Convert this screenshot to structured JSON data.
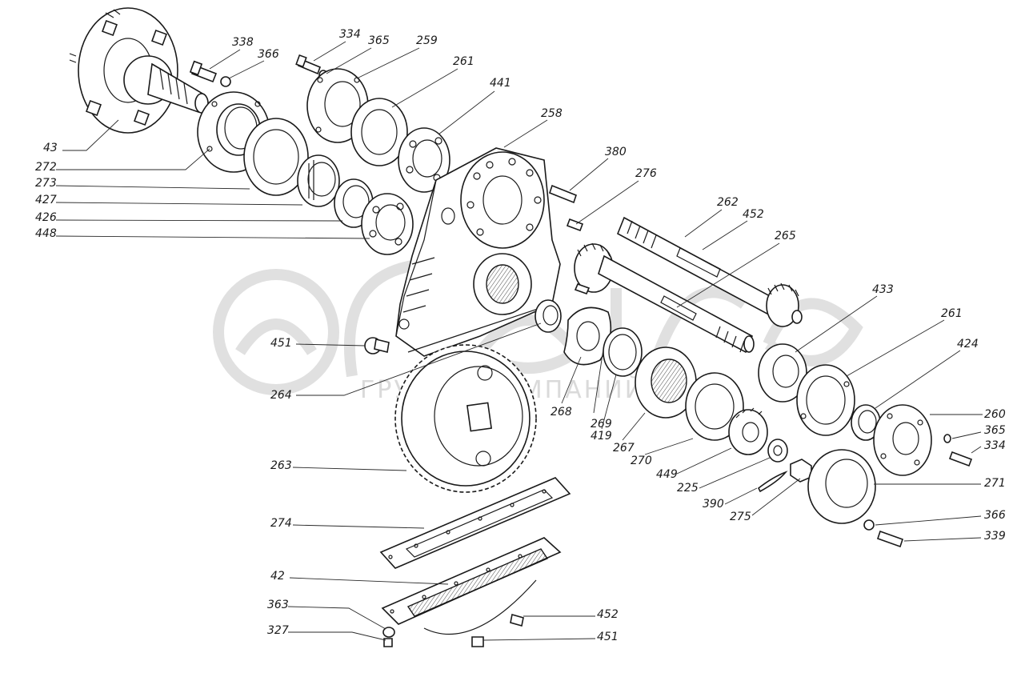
{
  "watermark": {
    "brand": "ΘӘлрго",
    "caption": "ГРУППА КОМПАНИЙ"
  },
  "callouts": [
    {
      "id": "c43",
      "label": "43"
    },
    {
      "id": "c272",
      "label": "272"
    },
    {
      "id": "c273",
      "label": "273"
    },
    {
      "id": "c427",
      "label": "427"
    },
    {
      "id": "c426",
      "label": "426"
    },
    {
      "id": "c448",
      "label": "448"
    },
    {
      "id": "c338",
      "label": "338"
    },
    {
      "id": "c366a",
      "label": "366"
    },
    {
      "id": "c334a",
      "label": "334"
    },
    {
      "id": "c365a",
      "label": "365"
    },
    {
      "id": "c259",
      "label": "259"
    },
    {
      "id": "c261a",
      "label": "261"
    },
    {
      "id": "c441",
      "label": "441"
    },
    {
      "id": "c258",
      "label": "258"
    },
    {
      "id": "c380",
      "label": "380"
    },
    {
      "id": "c276",
      "label": "276"
    },
    {
      "id": "c262",
      "label": "262"
    },
    {
      "id": "c452a",
      "label": "452"
    },
    {
      "id": "c265",
      "label": "265"
    },
    {
      "id": "c433",
      "label": "433"
    },
    {
      "id": "c261b",
      "label": "261"
    },
    {
      "id": "c424",
      "label": "424"
    },
    {
      "id": "c260",
      "label": "260"
    },
    {
      "id": "c365b",
      "label": "365"
    },
    {
      "id": "c334b",
      "label": "334"
    },
    {
      "id": "c271",
      "label": "271"
    },
    {
      "id": "c366b",
      "label": "366"
    },
    {
      "id": "c339",
      "label": "339"
    },
    {
      "id": "c451a",
      "label": "451"
    },
    {
      "id": "c264",
      "label": "264"
    },
    {
      "id": "c268",
      "label": "268"
    },
    {
      "id": "c269",
      "label": "269"
    },
    {
      "id": "c419",
      "label": "419"
    },
    {
      "id": "c267",
      "label": "267"
    },
    {
      "id": "c270",
      "label": "270"
    },
    {
      "id": "c449",
      "label": "449"
    },
    {
      "id": "c225",
      "label": "225"
    },
    {
      "id": "c390",
      "label": "390"
    },
    {
      "id": "c275",
      "label": "275"
    },
    {
      "id": "c263",
      "label": "263"
    },
    {
      "id": "c274",
      "label": "274"
    },
    {
      "id": "c42",
      "label": "42"
    },
    {
      "id": "c363",
      "label": "363"
    },
    {
      "id": "c327",
      "label": "327"
    },
    {
      "id": "c452b",
      "label": "452"
    },
    {
      "id": "c451b",
      "label": "451"
    }
  ]
}
